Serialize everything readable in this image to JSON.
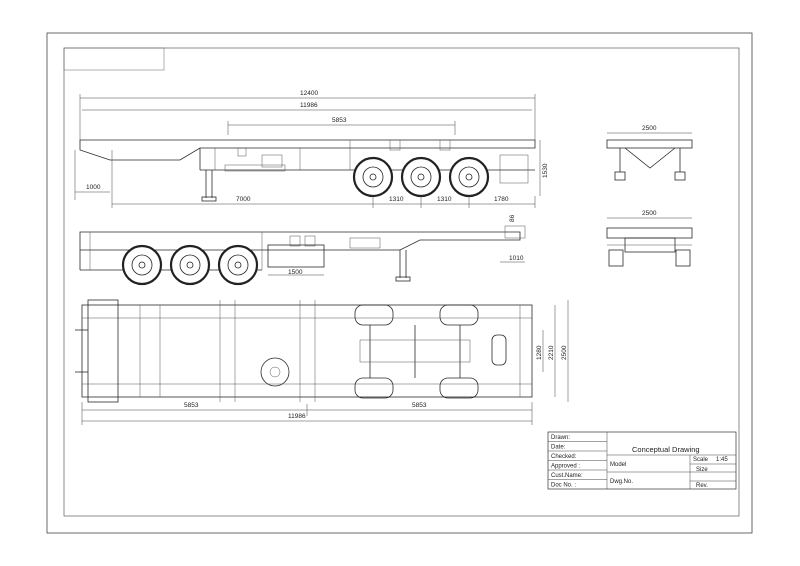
{
  "drawing": {
    "side_view_dims": {
      "overall_length": "12400",
      "frame_length": "11986",
      "axle_group_span": "5853",
      "front_height": "1000",
      "kingpin_to_axle": "7000",
      "axle_spacing_1": "1310",
      "axle_spacing_2": "1310",
      "rear_overhang": "1780",
      "deck_height": "1530"
    },
    "underside_view_dims": {
      "tank_length": "1500",
      "landing_gear": "1010",
      "rear_detail": "86"
    },
    "plan_view_dims": {
      "front_section": "5853",
      "rear_section": "5853",
      "total_length": "11986",
      "width_outer": "2500",
      "width_mid": "2210",
      "width_inner": "1280"
    },
    "end_views": {
      "top_width": "2500",
      "bottom_width": "2500"
    }
  },
  "title_block": {
    "title": "Conceptual Drawing",
    "model_label": "Model",
    "dwg_label": "Dwg.No.",
    "scale_label": "Scale",
    "scale_value": "1:45",
    "size_label": "Size",
    "rev_label": "Rev.",
    "rows": [
      "Drawn:",
      "Date:",
      "Checked:",
      "Approved :",
      "Cust.Name:",
      "Doc No. :"
    ]
  }
}
